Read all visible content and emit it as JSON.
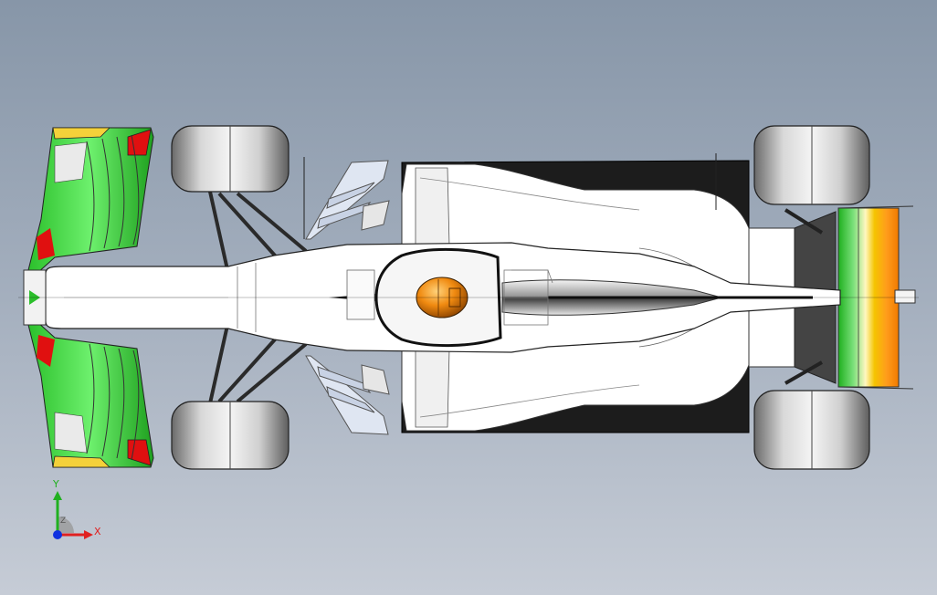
{
  "viewport": {
    "background_top": "#8796a8",
    "background_bottom": "#c6ccd6"
  },
  "model": {
    "view": "top",
    "body_color": "#ffffff",
    "floor_color": "#1c1c1c",
    "wing_accent_color": "#3fd13f",
    "rear_wing_colors": [
      "#22c022",
      "#f2c400",
      "#ff9a1a"
    ],
    "tire_color": "#8a8a8a",
    "helmet_color": "#f08a10"
  },
  "triad": {
    "y_label": "Y",
    "x_label": "X",
    "z_label": "Z",
    "x_color": "#e02020",
    "y_color": "#20b020",
    "z_color": "#1030e0"
  }
}
